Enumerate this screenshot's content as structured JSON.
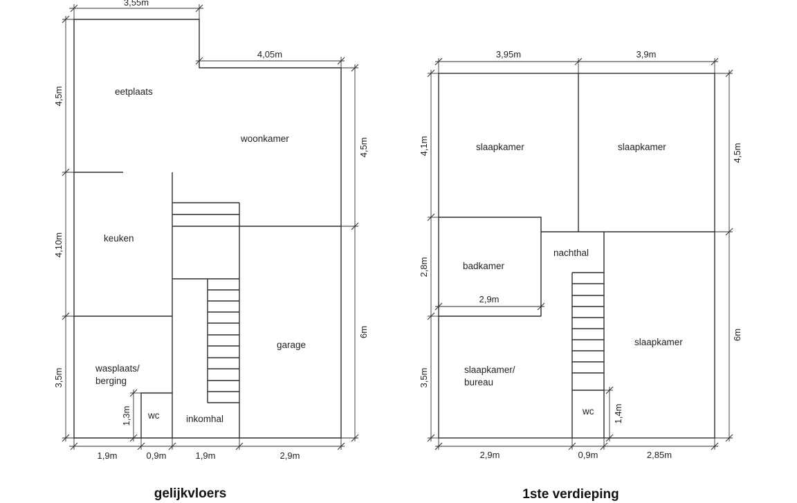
{
  "plans": {
    "ground": {
      "title": "gelijkvloers",
      "rooms": {
        "eetplaats": "eetplaats",
        "woonkamer": "woonkamer",
        "keuken": "keuken",
        "garage": "garage",
        "wasplaats_1": "wasplaats/",
        "wasplaats_2": "berging",
        "wc": "wc",
        "inkomhal": "inkomhal"
      },
      "dims": {
        "top_left": "3,55m",
        "top_right": "4,05m",
        "left_top": "4,5m",
        "left_mid": "4,10m",
        "left_bottom": "3,5m",
        "wc_height": "1,3m",
        "right_top": "4,5m",
        "right_bottom": "6m",
        "bottom_1": "1,9m",
        "bottom_2": "0,9m",
        "bottom_3": "1,9m",
        "bottom_4": "2,9m"
      }
    },
    "first": {
      "title": "1ste verdieping",
      "rooms": {
        "slaapkamer_tl": "slaapkamer",
        "slaapkamer_tr": "slaapkamer",
        "badkamer": "badkamer",
        "nachthal": "nachthal",
        "bureau_1": "slaapkamer/",
        "bureau_2": "bureau",
        "slaapkamer_br": "slaapkamer",
        "wc": "wc"
      },
      "dims": {
        "top_left": "3,95m",
        "top_right": "3,9m",
        "left_top": "4,1m",
        "left_mid": "2,8m",
        "left_bottom": "3,5m",
        "bath_width": "2,9m",
        "wc_height": "1,4m",
        "right_top": "4,5m",
        "right_bottom": "6m",
        "bottom_1": "2,9m",
        "bottom_2": "0,9m",
        "bottom_3": "2,85m"
      }
    }
  }
}
